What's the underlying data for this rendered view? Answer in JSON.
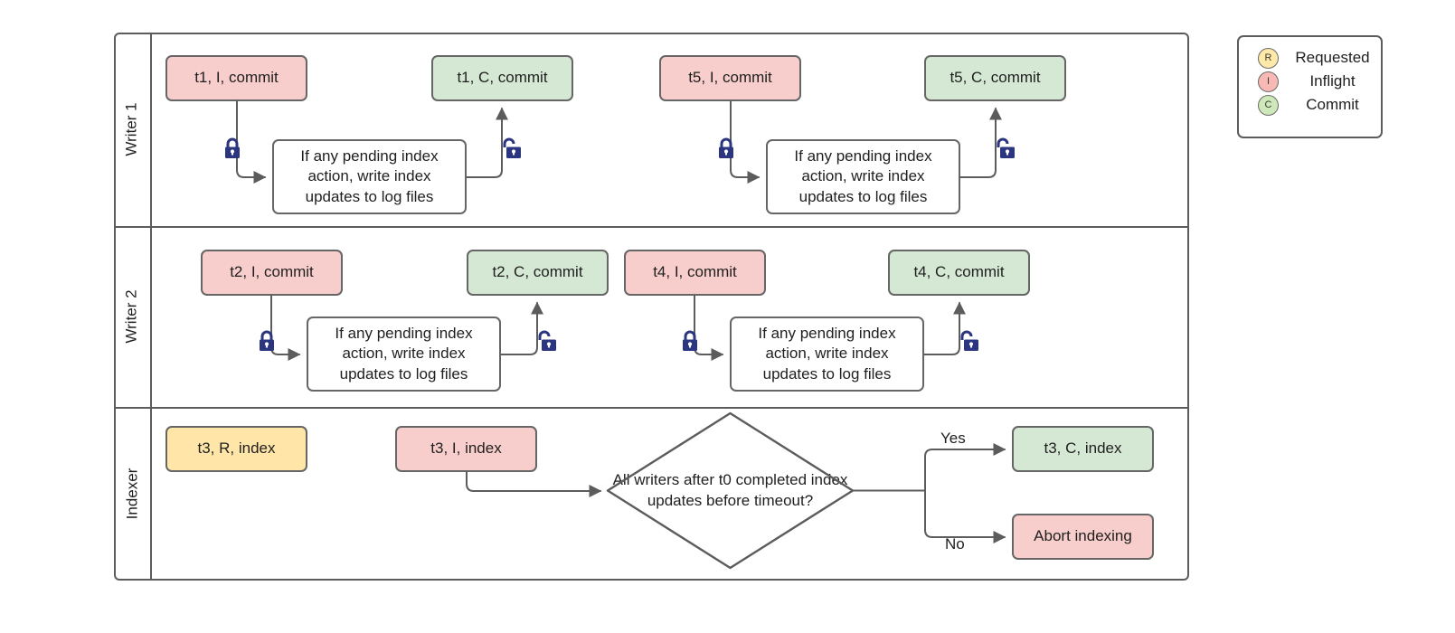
{
  "diagram": {
    "title": "Writer / Indexer lane diagram",
    "colors": {
      "inflight": "#f8cecc",
      "commit": "#d5e8d4",
      "requested": "#ffe6a8",
      "process": "#ffffff",
      "stroke": "#666666",
      "lane_stroke": "#5c5c5c",
      "lock": "#2b3580"
    },
    "lanes": [
      {
        "id": "writer1",
        "label": "Writer 1"
      },
      {
        "id": "writer2",
        "label": "Writer 2"
      },
      {
        "id": "indexer",
        "label": "Indexer"
      }
    ],
    "process_text": "If any pending index action, write index updates to log files",
    "nodes": {
      "w1_t1_inflight": "t1, I, commit",
      "w1_t1_commit": "t1, C, commit",
      "w1_t5_inflight": "t5, I, commit",
      "w1_t5_commit": "t5, C, commit",
      "w1_proc_left": "If any pending index action, write index updates to log files",
      "w1_proc_right": "If any pending index action, write index updates to log files",
      "w2_t2_inflight": "t2, I, commit",
      "w2_t2_commit": "t2, C, commit",
      "w2_t4_inflight": "t4, I, commit",
      "w2_t4_commit": "t4, C, commit",
      "w2_proc_left": "If any pending index action, write index updates to log files",
      "w2_proc_right": "If any pending index action, write index updates to log files",
      "ix_t3_requested": "t3, R, index",
      "ix_t3_inflight": "t3, I, index",
      "ix_decision": "All writers after t0 completed index updates before timeout?",
      "ix_t3_commit": "t3, C, index",
      "ix_abort": "Abort indexing"
    },
    "edge_labels": {
      "yes": "Yes",
      "no": "No"
    },
    "icons": {
      "lock_closed": "lock-closed-icon",
      "lock_open": "lock-open-icon"
    },
    "legend": {
      "items": [
        {
          "badge": "R",
          "label": "Requested",
          "color": "#ffe9a8"
        },
        {
          "badge": "I",
          "label": "Inflight",
          "color": "#f8b8b4"
        },
        {
          "badge": "C",
          "label": "Commit",
          "color": "#cfe8ba"
        }
      ]
    }
  }
}
